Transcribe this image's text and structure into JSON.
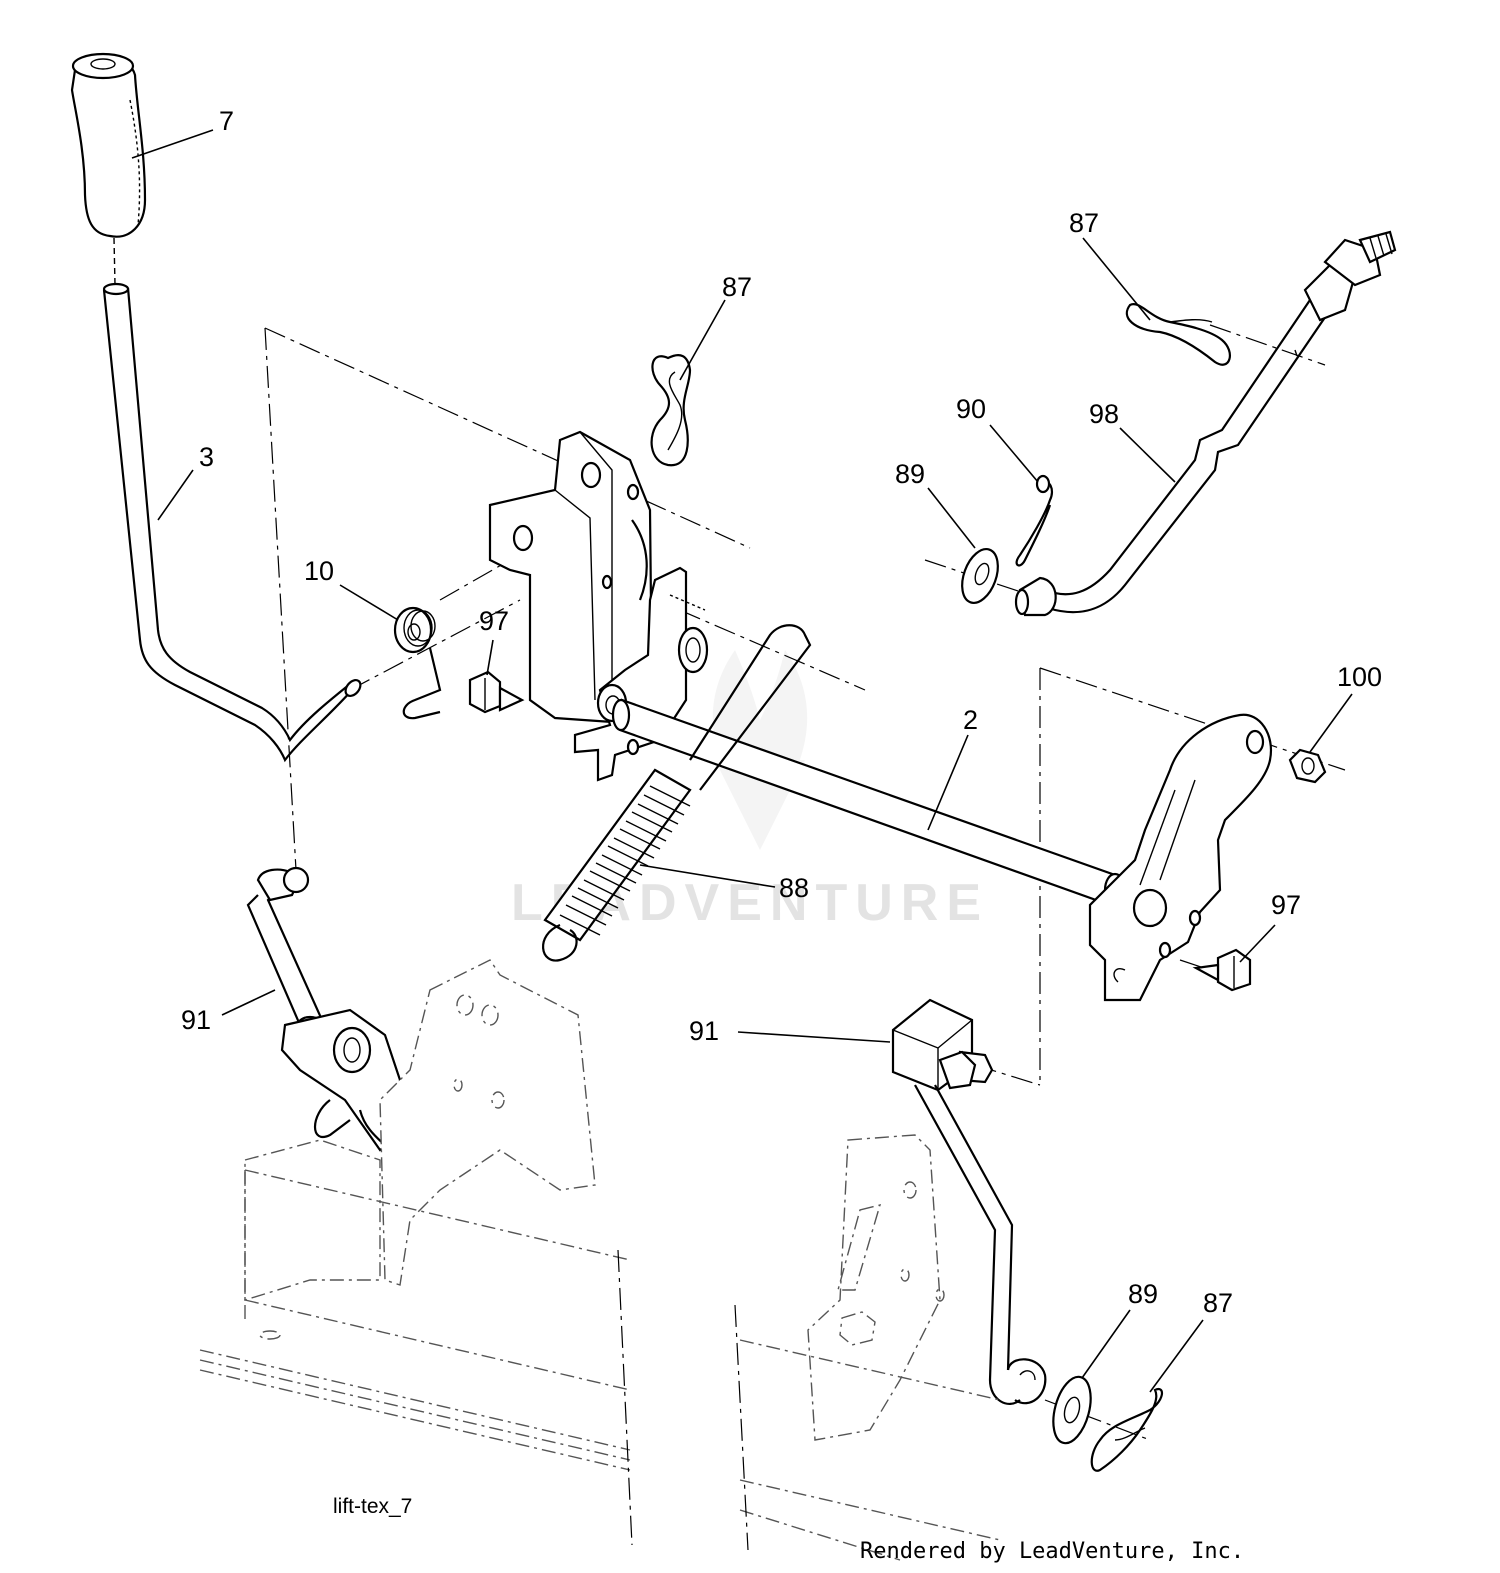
{
  "diagram": {
    "callouts": [
      {
        "id": "c-7",
        "label": "7"
      },
      {
        "id": "c-3",
        "label": "3"
      },
      {
        "id": "c-87a",
        "label": "87"
      },
      {
        "id": "c-87b",
        "label": "87"
      },
      {
        "id": "c-10",
        "label": "10"
      },
      {
        "id": "c-97a",
        "label": "97"
      },
      {
        "id": "c-90",
        "label": "90"
      },
      {
        "id": "c-98",
        "label": "98"
      },
      {
        "id": "c-89a",
        "label": "89"
      },
      {
        "id": "c-100",
        "label": "100"
      },
      {
        "id": "c-2",
        "label": "2"
      },
      {
        "id": "c-88",
        "label": "88"
      },
      {
        "id": "c-97b",
        "label": "97"
      },
      {
        "id": "c-91a",
        "label": "91"
      },
      {
        "id": "c-91b",
        "label": "91"
      },
      {
        "id": "c-89b",
        "label": "89"
      },
      {
        "id": "c-87c",
        "label": "87"
      }
    ],
    "figure_code": "lift-tex_7",
    "credit": "Rendered by LeadVenture, Inc.",
    "watermark": "LEADVENTURE"
  }
}
